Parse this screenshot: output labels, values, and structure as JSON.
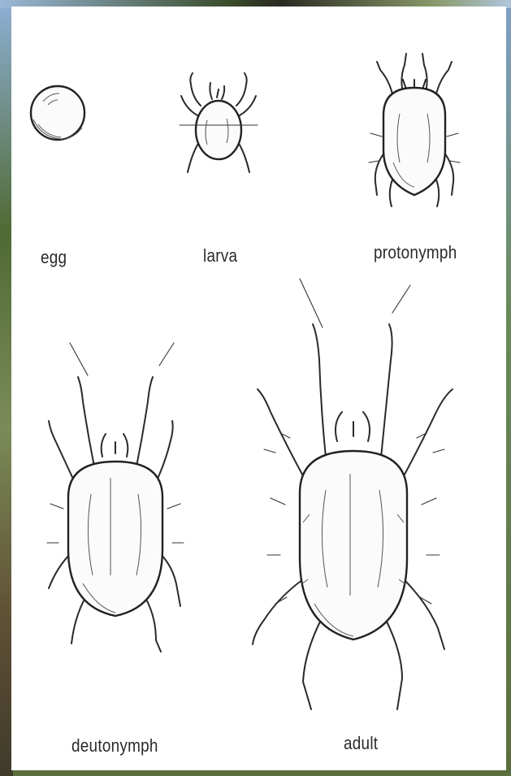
{
  "stages": [
    {
      "id": "egg",
      "label": "egg"
    },
    {
      "id": "larva",
      "label": "larva"
    },
    {
      "id": "protonymph",
      "label": "protonymph"
    },
    {
      "id": "deutonymph",
      "label": "deutonymph"
    },
    {
      "id": "adult",
      "label": "adult"
    }
  ],
  "colors": {
    "ink": "#2a2a2a",
    "paper": "#ffffff"
  }
}
